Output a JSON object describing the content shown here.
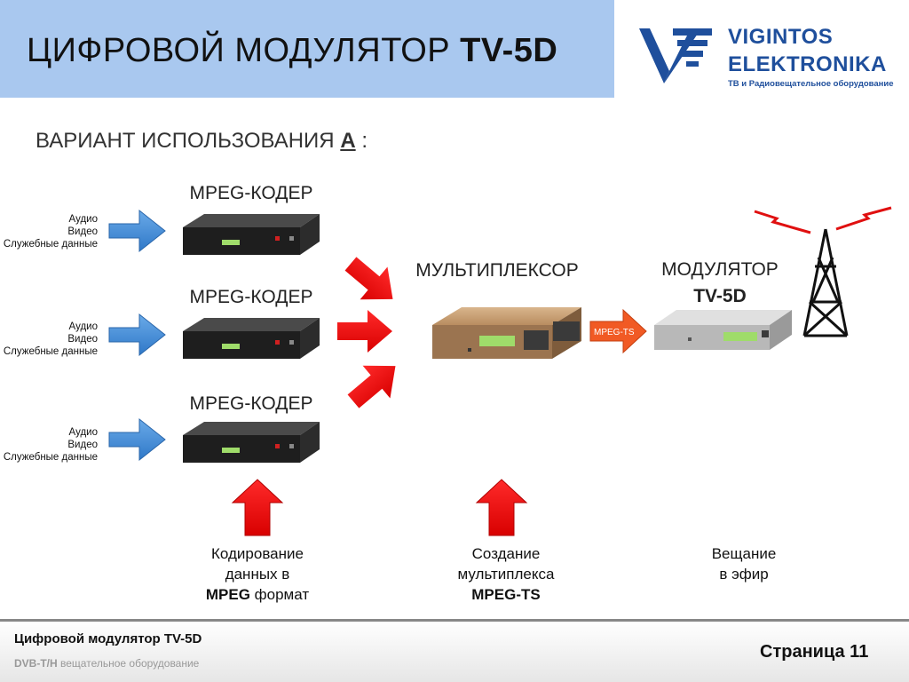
{
  "header": {
    "title_prefix": "ЦИФРОВОЙ МОДУЛЯТОР",
    "title_model": "TV-5D"
  },
  "logo": {
    "name_line1": "VIGINTOS",
    "name_line2": "ELEKTRONIKA",
    "tagline": "ТВ и Радиовещательное оборудование",
    "color": "#1f4f9c"
  },
  "subtitle": {
    "prefix": "ВАРИАНТ ИСПОЛЬЗОВАНИЯ",
    "variant": "А",
    "suffix": " :"
  },
  "encoders": [
    {
      "title": "MPEG-КОДЕР",
      "inputs": [
        "Аудио",
        "Видео",
        "Служебные данные"
      ]
    },
    {
      "title": "MPEG-КОДЕР",
      "inputs": [
        "Аудио",
        "Видео",
        "Служебные данные"
      ]
    },
    {
      "title": "MPEG-КОДЕР",
      "inputs": [
        "Аудио",
        "Видео",
        "Служебные данные"
      ]
    }
  ],
  "multiplexer": {
    "title": "МУЛЬТИПЛЕКСОР"
  },
  "link_label": "MPEG-TS",
  "modulator": {
    "title_line1": "МОДУЛЯТОР",
    "title_line2": "TV-5D"
  },
  "captions": {
    "encoding": {
      "line1": "Кодирование",
      "line2": "данных в",
      "line3_bold": "MPEG",
      "line3_rest": " формат"
    },
    "multiplex": {
      "line1": "Создание",
      "line2": "мультиплекса",
      "line3_bold": "MPEG-TS"
    },
    "broadcast": {
      "line1": "Вещание",
      "line2": "в эфир"
    }
  },
  "footer": {
    "title": "Цифровой модулятор TV-5D",
    "sub_bold": "DVB-T/H",
    "sub_rest": " вещательное оборудование",
    "page": "Страница 11"
  },
  "colors": {
    "header_bg": "#a9c8ef",
    "input_arrow": "#4a90d9",
    "red_arrow": "#f00000",
    "ts_arrow": "#f15a24"
  }
}
